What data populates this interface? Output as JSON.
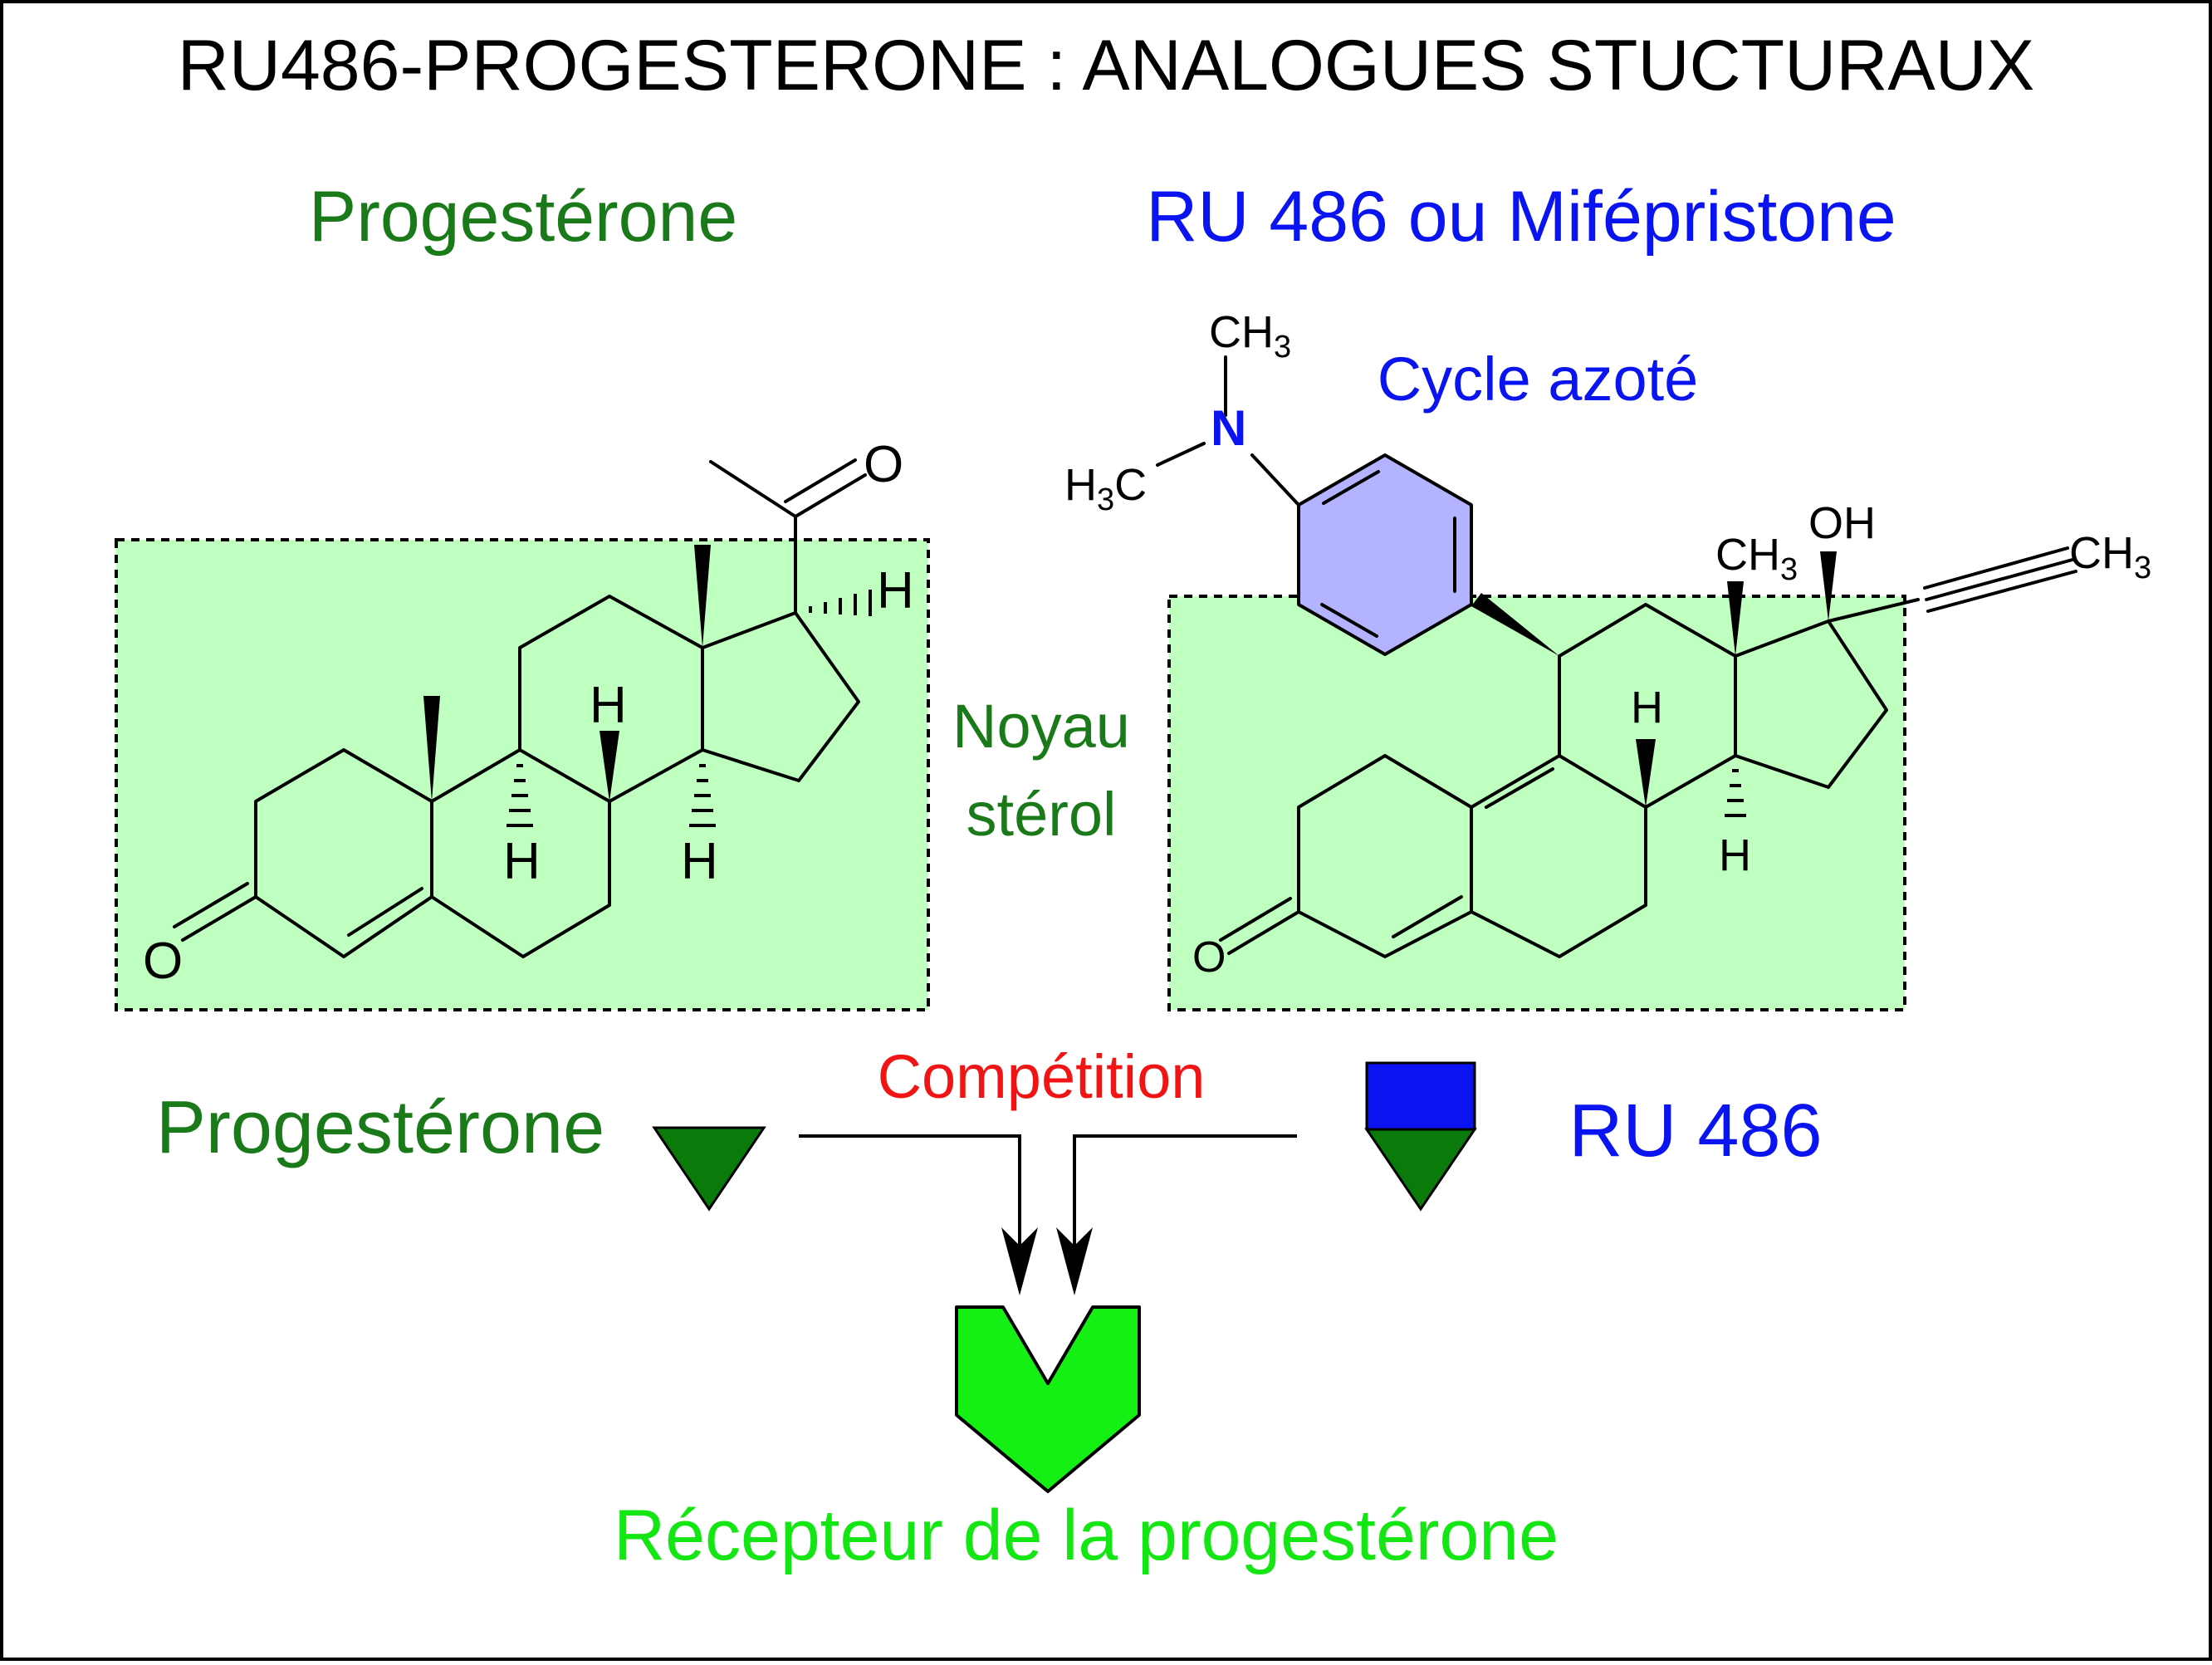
{
  "title": "RU486-PROGESTERONE : ANALOGUES STUCTURAUX",
  "headings": {
    "progesterone": "Progestérone",
    "ru486": "RU 486 ou Mifépristone"
  },
  "labels": {
    "cycle_azote": "Cycle azoté",
    "noyau": "Noyau",
    "sterol": "stérol",
    "competition": "Compétition",
    "progesterone": "Progestérone",
    "ru486": "RU 486",
    "recepteur": "Récepteur de la progestérone"
  },
  "atoms": {
    "o": "O",
    "h": "H",
    "oh": "OH",
    "n": "N",
    "ch": "CH",
    "three": "3",
    "hc": "H",
    "c": "C"
  },
  "colors": {
    "title": "#000000",
    "progesterone": "#1a7a1a",
    "ru486": "#0a14f0",
    "competition": "#f01414",
    "receptor_text": "#14e614",
    "receptor_fill": "#14f014",
    "box_fill": "#bfffbf",
    "aromatic_fill": "#b3b3ff",
    "ligand_green": "#0a7a0a",
    "ligand_blue": "#0a14f0"
  }
}
